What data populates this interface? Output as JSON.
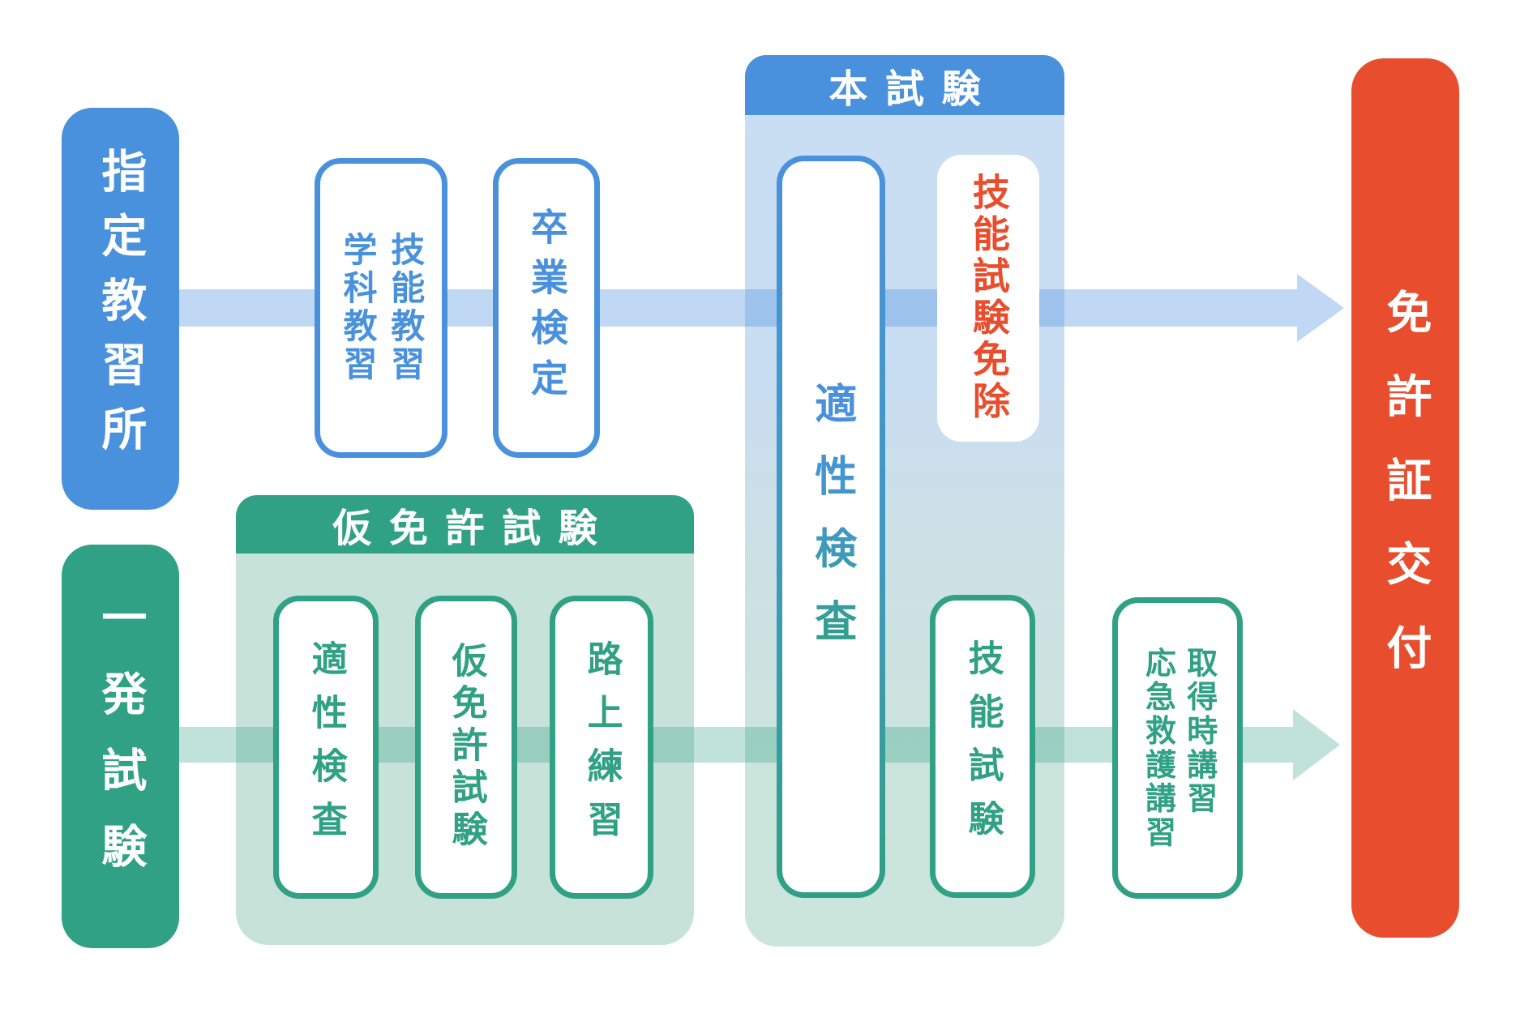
{
  "routes": {
    "designated_school": "指定教習所",
    "direct_exam": "一発試験"
  },
  "sections": {
    "main_exam": "本試験",
    "provisional_exam": "仮免許試験"
  },
  "steps": {
    "school_training": "技能教習\n学科教習",
    "graduation_exam": "卒業検定",
    "aptitude_test_main": "適性検査",
    "skill_test_exemption": "技能試験免除",
    "aptitude_test_provisional": "適性検査",
    "provisional_license_test": "仮免許試験",
    "road_practice": "路上練習",
    "skill_test": "技能試験",
    "acquisition_training": "取得時講習\n応急救護講習"
  },
  "result": {
    "license_issuance": "免許証交付"
  },
  "colors": {
    "blue": "#4A91DD",
    "light_blue_panel": "#C9DDF3",
    "green": "#30A184",
    "light_green_panel": "#C7E3D9",
    "red": "#E84E2D",
    "arrow_blue": "rgba(74,144,220,0.35)",
    "arrow_green": "rgba(47,160,132,0.30)"
  }
}
